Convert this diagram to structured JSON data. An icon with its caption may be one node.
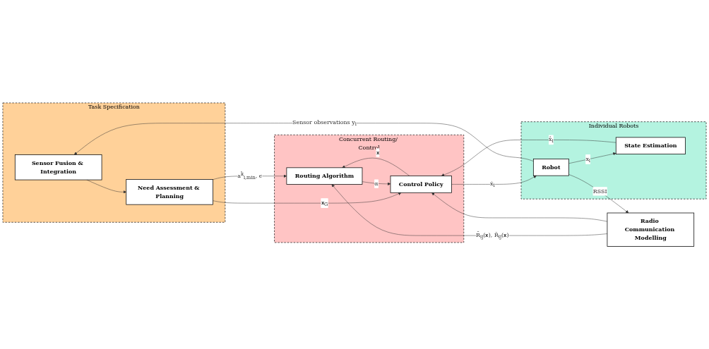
{
  "diagram": {
    "nodes": [
      {
        "text": [
          "Task Specification"
        ]
      },
      {
        "text": [
          "Need Assessment & Planning"
        ],
        "in": 0
      },
      {
        "text": [
          "Sensor Fusion & Integration"
        ],
        "in": 0
      },
      {
        "text": [
          "Concurrent Routing/ Control"
        ]
      },
      {
        "text": [
          "Routing Algorithm"
        ],
        "in": 3
      },
      {
        "text": [
          "Control Policy"
        ],
        "in": 3
      },
      {
        "text": [
          "Radio Communication Modelling"
        ]
      },
      {
        "text": [
          "Individual Robots"
        ]
      },
      {
        "text": [
          "Robot"
        ],
        "in": 7
      },
      {
        "text": [
          "State Estimation"
        ],
        "in": 7
      }
    ],
    "edges": [
      {
        "from": 2,
        "to": 1,
        "arrow": "to"
      },
      {
        "from": 1,
        "to": 4,
        "arrow": "to",
        "label": "a$^{k}$$_{i,min}$, ϵ"
      },
      {
        "from": 1,
        "to": 5,
        "arrow": "to",
        "label": "𝐱$_{G}$"
      },
      {
        "from": 4,
        "to": 5,
        "arrow": "to",
        "label": "α"
      },
      {
        "from": 5,
        "to": 4,
        "arrow": "to",
        "label": "𝐱"
      },
      {
        "from": 6,
        "to": 4,
        "arrow": "to",
        "label": "R̄$_{ij}$(𝐱), R̃$_{ij}$(𝐱)"
      },
      {
        "from": 6,
        "to": 5,
        "arrow": "to"
      },
      {
        "from": 5,
        "to": 8,
        "arrow": "to",
        "label": "ẋ$_{i}$"
      },
      {
        "from": 8,
        "to": 6,
        "arrow": "to",
        "label": "RSSI"
      },
      {
        "from": 8,
        "to": 9,
        "arrow": "to",
        "label": "x$_{i}$"
      },
      {
        "from": 9,
        "to": 5,
        "arrow": "to",
        "label": "x̂$_{i}$"
      },
      {
        "from": 8,
        "to": 2,
        "arrow": "to",
        "label": "Sensor observations y$_{i}$"
      }
    ]
  }
}
